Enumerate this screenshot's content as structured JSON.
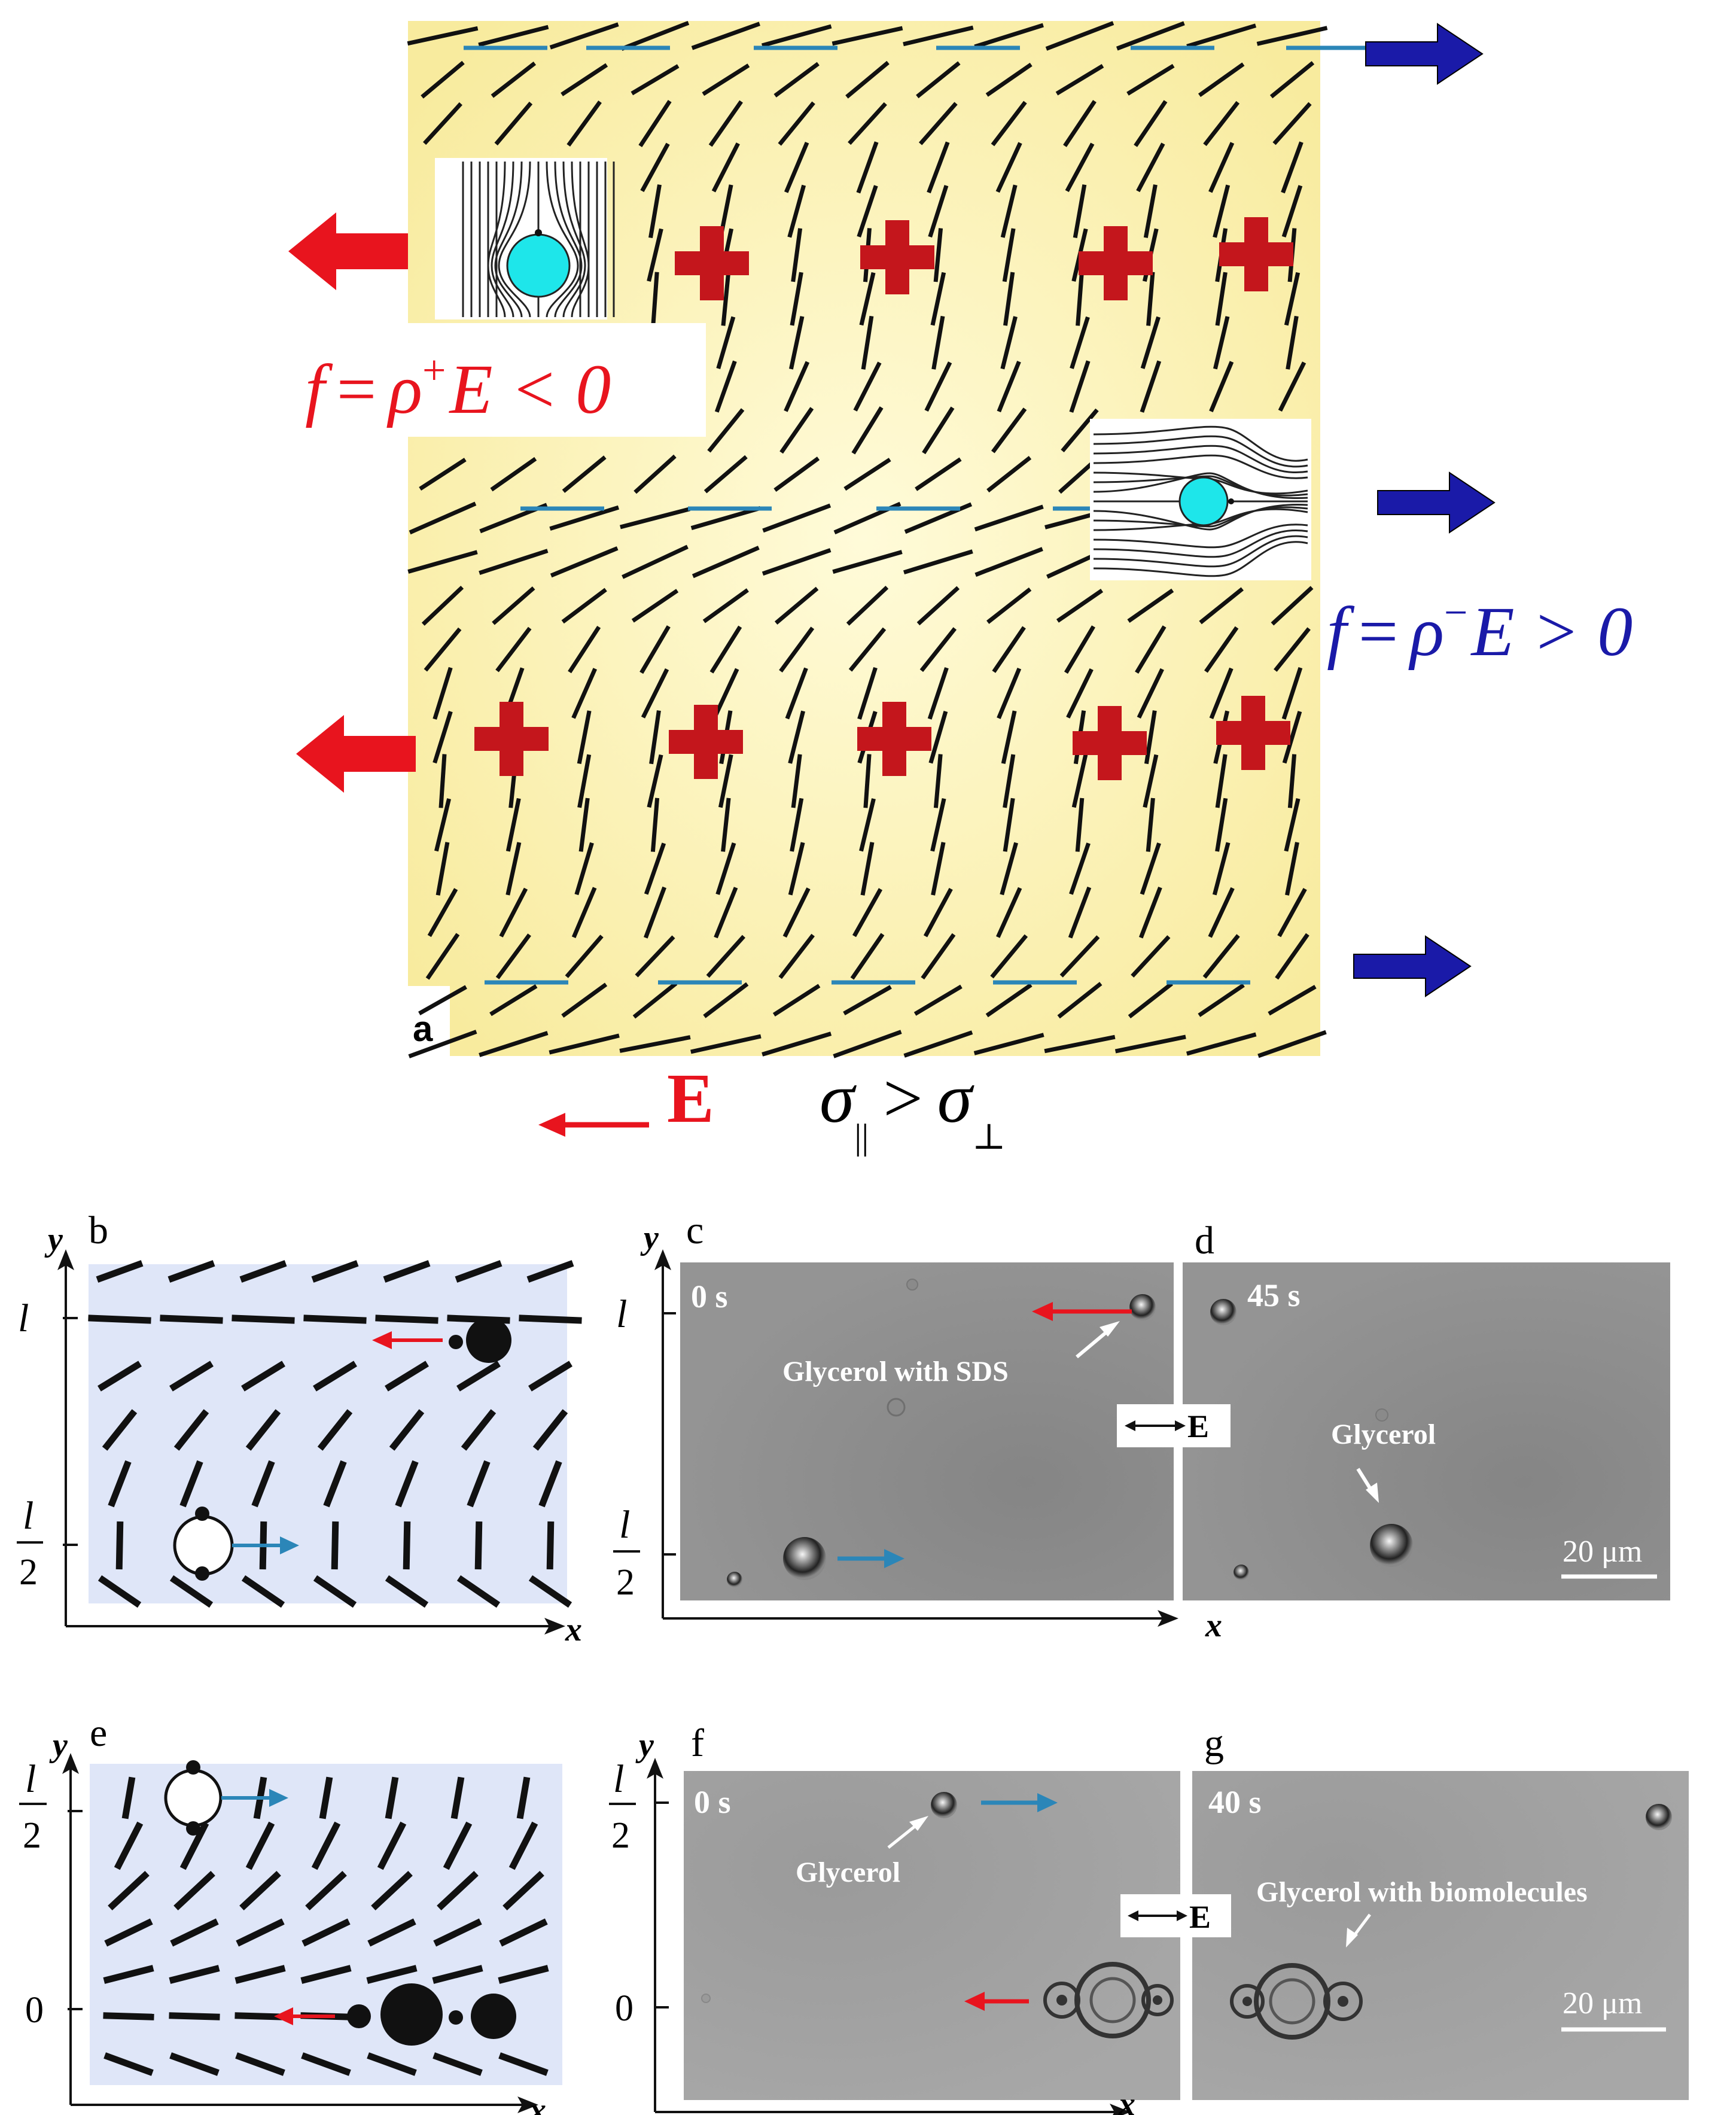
{
  "panel_a": {
    "label": "a",
    "force_positive": {
      "f": "f",
      "eq": "=",
      "rho": "ρ",
      "sup": "+",
      "rest": "E < 0"
    },
    "force_negative": {
      "f": "f",
      "eq": "=",
      "rho": "ρ",
      "sup": "−",
      "rest": "E > 0"
    },
    "field_label": "E",
    "conductivity": {
      "sigma": "σ",
      "par": "||",
      "op": ">",
      "perp": "⊥"
    }
  },
  "panel_b": {
    "label": "b",
    "axis_x": "x",
    "axis_y": "y",
    "tick_top": "l",
    "tick_half_num": "l",
    "tick_half_den": "2"
  },
  "panel_c": {
    "label": "c",
    "axis_x": "x",
    "axis_y": "y",
    "tick_top": "l",
    "tick_half_num": "l",
    "tick_half_den": "2",
    "time": "0 s",
    "annotation": "Glycerol with SDS"
  },
  "panel_d": {
    "label": "d",
    "time": "45 s",
    "annotation": "Glycerol",
    "scale": "20 μm"
  },
  "field_box_1": {
    "arrow": "↔",
    "label": "E"
  },
  "panel_e": {
    "label": "e",
    "axis_x": "x",
    "axis_y": "y",
    "tick_half_num": "l",
    "tick_half_den": "2",
    "tick_zero": "0"
  },
  "panel_f": {
    "label": "f",
    "axis_x": "x",
    "axis_y": "y",
    "tick_half_num": "l",
    "tick_half_den": "2",
    "tick_zero": "0",
    "time": "0 s",
    "annotation": "Glycerol"
  },
  "panel_g": {
    "label": "g",
    "time": "40 s",
    "annotation": "Glycerol with biomolecules",
    "scale": "20 μm"
  },
  "field_box_2": {
    "arrow": "↔",
    "label": "E"
  },
  "colors": {
    "cream": "#fbf3b2",
    "lightblue": "#dfe6f8",
    "micro": "#8f8f8f",
    "micro2": "#a0a0a0",
    "red": "#e8141e",
    "darkred": "#c4161c",
    "blue": "#1a1aa8",
    "teal": "#2b86b8",
    "cyan": "#1ee6ea"
  }
}
